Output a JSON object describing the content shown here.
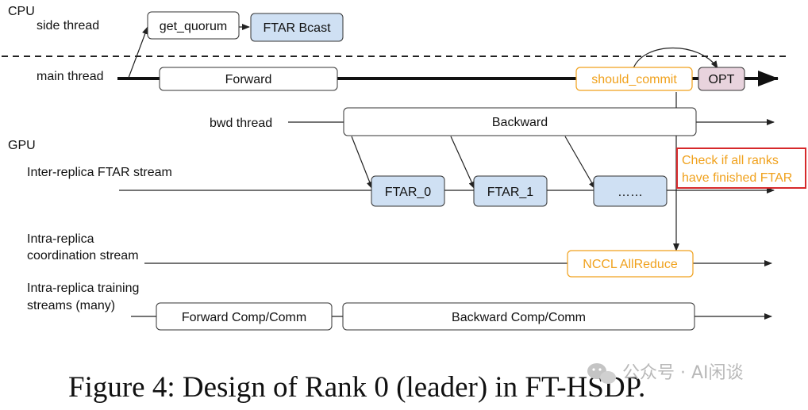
{
  "sections": {
    "cpu": "CPU",
    "gpu": "GPU"
  },
  "threads": {
    "side": "side thread",
    "main": "main thread",
    "bwd": "bwd thread"
  },
  "streams": {
    "inter_ftar": "Inter-replica FTAR stream",
    "intra_coord_line1": "Intra-replica",
    "intra_coord_line2": "coordination stream",
    "intra_train_line1": "Intra-replica training",
    "intra_train_line2": "streams (many)"
  },
  "boxes": {
    "get_quorum": "get_quorum",
    "ftar_bcast": "FTAR Bcast",
    "forward": "Forward",
    "should_commit": "should_commit",
    "opt": "OPT",
    "backward": "Backward",
    "ftar_0": "FTAR_0",
    "ftar_1": "FTAR_1",
    "ftar_more": "……",
    "nccl_allreduce": "NCCL AllReduce",
    "forward_comp": "Forward Comp/Comm",
    "backward_comp": "Backward Comp/Comm"
  },
  "annotation": {
    "line1": "Check if all ranks",
    "line2": "have finished FTAR"
  },
  "caption": "Figure 4: Design of Rank 0 (leader) in FT-HSDP.",
  "watermark": {
    "icon": "wechat-icon",
    "text": "公众号 · AI闲谈"
  },
  "colors": {
    "blue_fill": "#cfe0f3",
    "pink_fill": "#e8d3dd",
    "orange": "#f0a11c",
    "red_border": "#d6292b",
    "line": "#222222"
  }
}
